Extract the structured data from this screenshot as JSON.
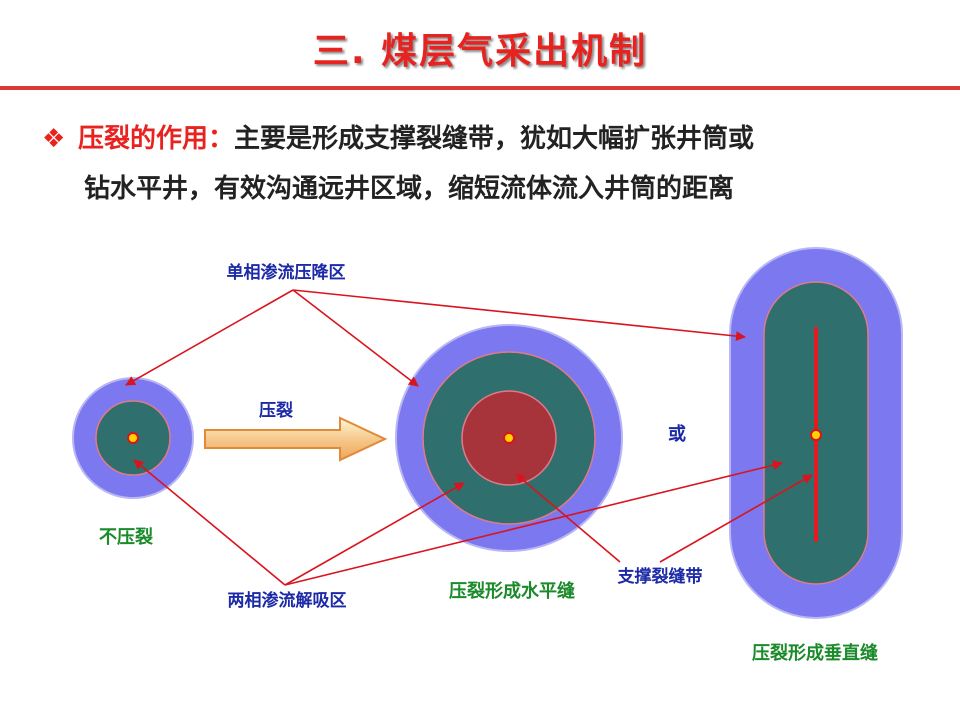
{
  "title": "三. 煤层气采出机制",
  "bullet": {
    "icon": "diamond-bullet-icon",
    "lead": "压裂的作用",
    "colon": "：",
    "line1_rest": "主要是形成支撑裂缝带，犹如大幅扩张井筒或",
    "line2": "钻水平井，有效沟通远井区域，缩短流体流入井筒的距离"
  },
  "diagram": {
    "label_single_phase": "单相渗流压降区",
    "label_two_phase": "两相渗流解吸区",
    "label_frac_arrow": "压裂",
    "label_or": "或",
    "label_proppant": "支撑裂缝带",
    "label_no_frac": "不压裂",
    "label_horizontal": "压裂形成水平缝",
    "label_vertical": "压裂形成垂直缝"
  },
  "colors": {
    "title_red": "#e8231f",
    "outer_zone": "#7b78f0",
    "inner_zone": "#2f6f6d",
    "fracture_zone": "#a8343b",
    "arrow_red": "#d9141e",
    "label_blue": "#1c2aa8",
    "label_green": "#1a8a2a"
  }
}
